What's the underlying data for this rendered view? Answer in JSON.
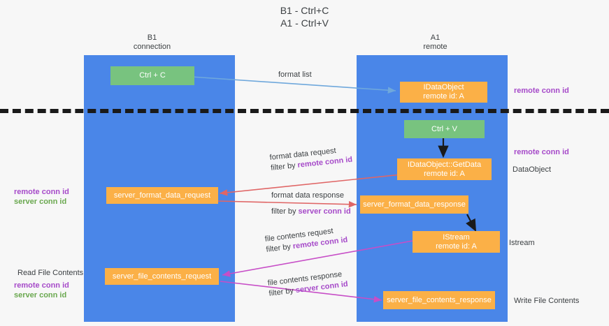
{
  "title_lines": [
    "B1 - Ctrl+C",
    "A1 - Ctrl+V"
  ],
  "lanes": [
    {
      "name": "B1",
      "sub": "connection"
    },
    {
      "name": "A1",
      "sub": "remote"
    }
  ],
  "nodes": {
    "ctrl_c": "Ctrl + C",
    "ctrl_v": "Ctrl + V",
    "idataobject": "IDataObject",
    "idataobject_id": "remote id: A",
    "getdata": "IDataObject::GetData",
    "getdata_id": "remote id: A",
    "istream": "IStream",
    "istream_id": "remote id: A",
    "server_format_data_request": "server_format_data_request",
    "server_format_data_response": "server_format_data_response",
    "server_file_contents_request": "server_file_contents_request",
    "server_file_contents_response": "server_file_contents_response"
  },
  "edges": {
    "format_list": "format list",
    "format_data_request": "format data request",
    "format_data_response": "format data response",
    "file_contents_request": "file contents request",
    "file_contents_response": "file contents response",
    "filter_by": "filter by ",
    "remote_conn_id": "remote conn id",
    "server_conn_id": "server conn id"
  },
  "annotations": {
    "right_remote_top": "remote conn id",
    "right_remote_mid": "remote conn id",
    "right_dataobject": "DataObject",
    "right_istream": "Istream",
    "right_write_file": "Write File Contents",
    "left_remote_conn_id": "remote conn id",
    "left_server_conn_id": "server conn id",
    "left_read_file": "Read File Contents",
    "left_remote_conn_id2": "remote conn id",
    "left_server_conn_id2": "server conn id"
  },
  "colors": {
    "lane": "#4a86e8",
    "green_node": "#78c37f",
    "orange_node": "#fbb047",
    "remote_text": "#a64ac9",
    "server_text": "#6aa84f",
    "arrow_blue": "#6fa8dc",
    "arrow_red": "#e06666",
    "arrow_magenta": "#c74ec7",
    "arrow_black": "#1a1a1a",
    "background": "#f7f7f7"
  }
}
